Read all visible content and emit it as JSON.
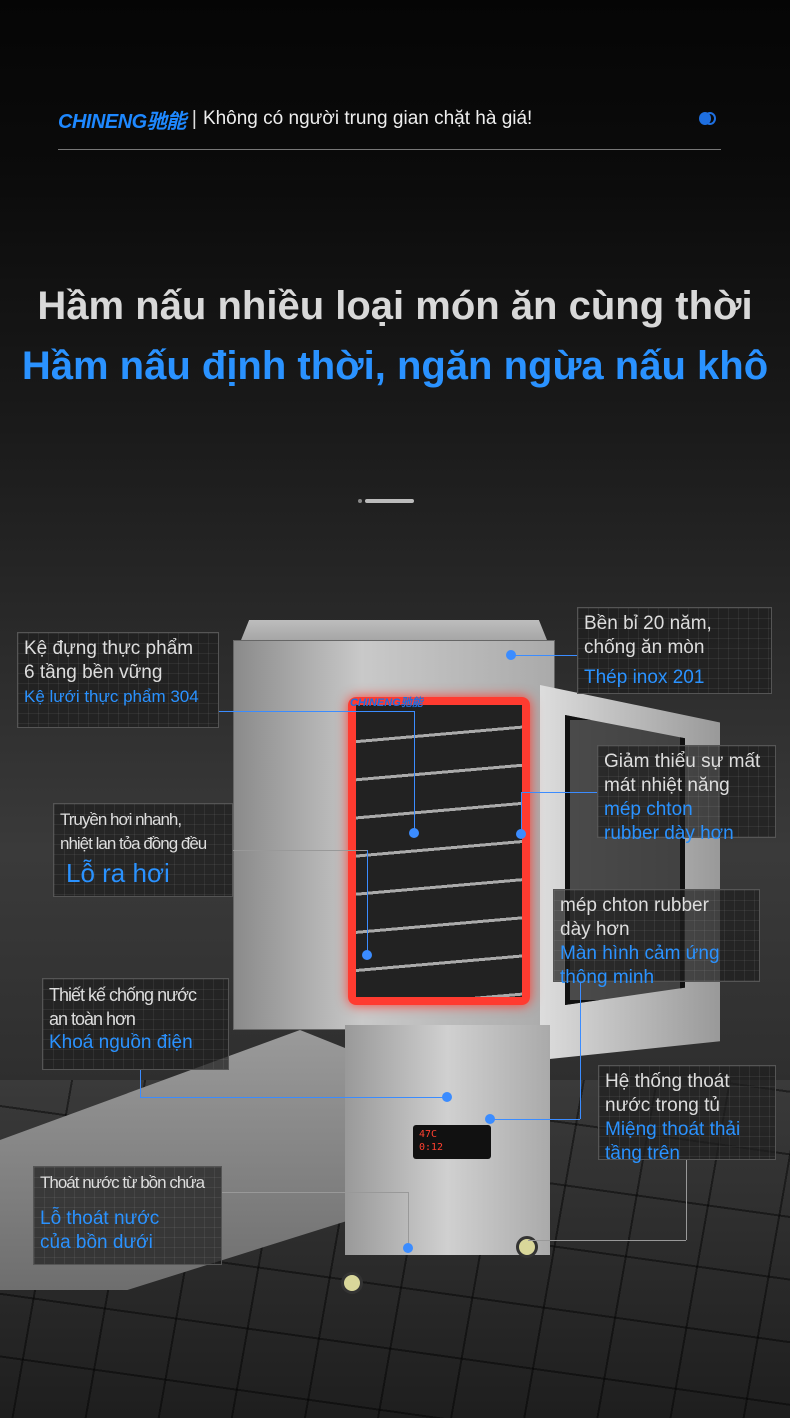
{
  "header": {
    "logo": "CHINENG驰能",
    "separator": "|",
    "slogan": "Không có người trung gian chặt hà giá!"
  },
  "titles": {
    "line1": "Hầm nấu nhiều loại món ăn cùng thời",
    "line2": "Hầm nấu định thời, ngăn ngừa nấu khô"
  },
  "product": {
    "brand": "CHINENG驰能",
    "display": [
      "47C",
      "0:12"
    ]
  },
  "callouts": [
    {
      "desc": "Kệ đựng thực phẩm\n6 tầng bền vững",
      "feature": "Kệ lưới thực phẩm 304"
    },
    {
      "desc": "Bền bỉ 20 năm,\nchống ăn mòn",
      "feature": "Thép inox 201"
    },
    {
      "desc": "Giảm thiểu sự mất\nmát nhiệt năng",
      "feature": " mép chton\n rubber dày hơn"
    },
    {
      "desc": "Truyền hơi nhanh,\nnhiệt lan tỏa đồng đều",
      "feature": "Lỗ ra hơi"
    },
    {
      "desc": "mép chton rubber\n dày hơn",
      "feature": "Màn hình cảm ứng\nthông minh"
    },
    {
      "desc": "Thiết kế chống nước\nan toàn hơn",
      "feature": "Khoá nguồn điện"
    },
    {
      "desc": "Hệ thống thoát\nnước trong tủ",
      "feature": "Miệng thoát thải\ntầng trên"
    },
    {
      "desc": "Thoát nước từ bồn chứa",
      "feature": " Lỗ thoát nước\n của bồn dưới"
    }
  ],
  "colors": {
    "accent": "#2a92ff",
    "seal": "#ff3b30"
  }
}
